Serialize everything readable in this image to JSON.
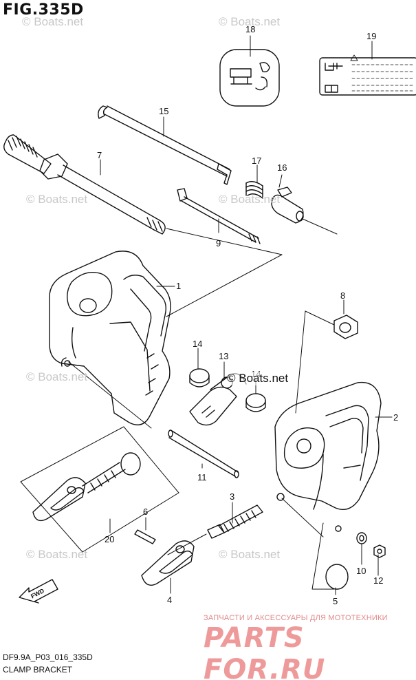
{
  "figure": {
    "title": "FIG.335D",
    "code": "DF9.9A_P03_016_335D",
    "caption": "CLAMP BRACKET"
  },
  "watermarks": {
    "text": "© Boats.net",
    "main": "© Boats.net"
  },
  "shop": {
    "line": "ЗАПЧАСТИ И АКСЕССУАРЫ ДЛЯ МОТОТЕХНИКИ",
    "logo": "PARTS FOR.RU"
  },
  "fwd_label": "FWD",
  "callouts": {
    "c1": "1",
    "c2": "2",
    "c3": "3",
    "c4": "4",
    "c5": "5",
    "c6": "6",
    "c7": "7",
    "c8": "8",
    "c9": "9",
    "c10": "10",
    "c11": "11",
    "c12": "12",
    "c13": "13",
    "c14a": "14",
    "c14b": "14",
    "c15": "15",
    "c16": "16",
    "c17": "17",
    "c18": "18",
    "c19": "19",
    "c20": "20"
  },
  "colors": {
    "line": "#111111",
    "watermark": "#c8c8c8",
    "shop": "#ef9a9a"
  }
}
